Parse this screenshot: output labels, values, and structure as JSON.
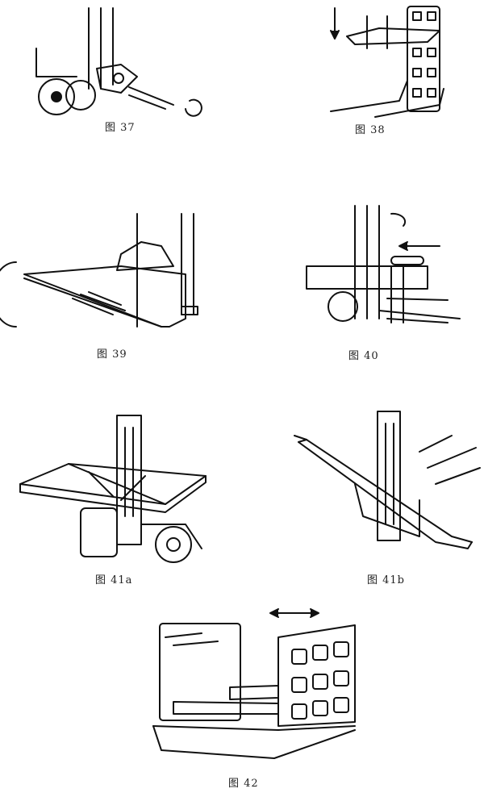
{
  "figures": [
    {
      "caption": "图 37"
    },
    {
      "caption": "图 38"
    },
    {
      "caption": "图 39"
    },
    {
      "caption": "图 40"
    },
    {
      "caption": "图 41a"
    },
    {
      "caption": "图 41b"
    },
    {
      "caption": "图 42"
    }
  ]
}
